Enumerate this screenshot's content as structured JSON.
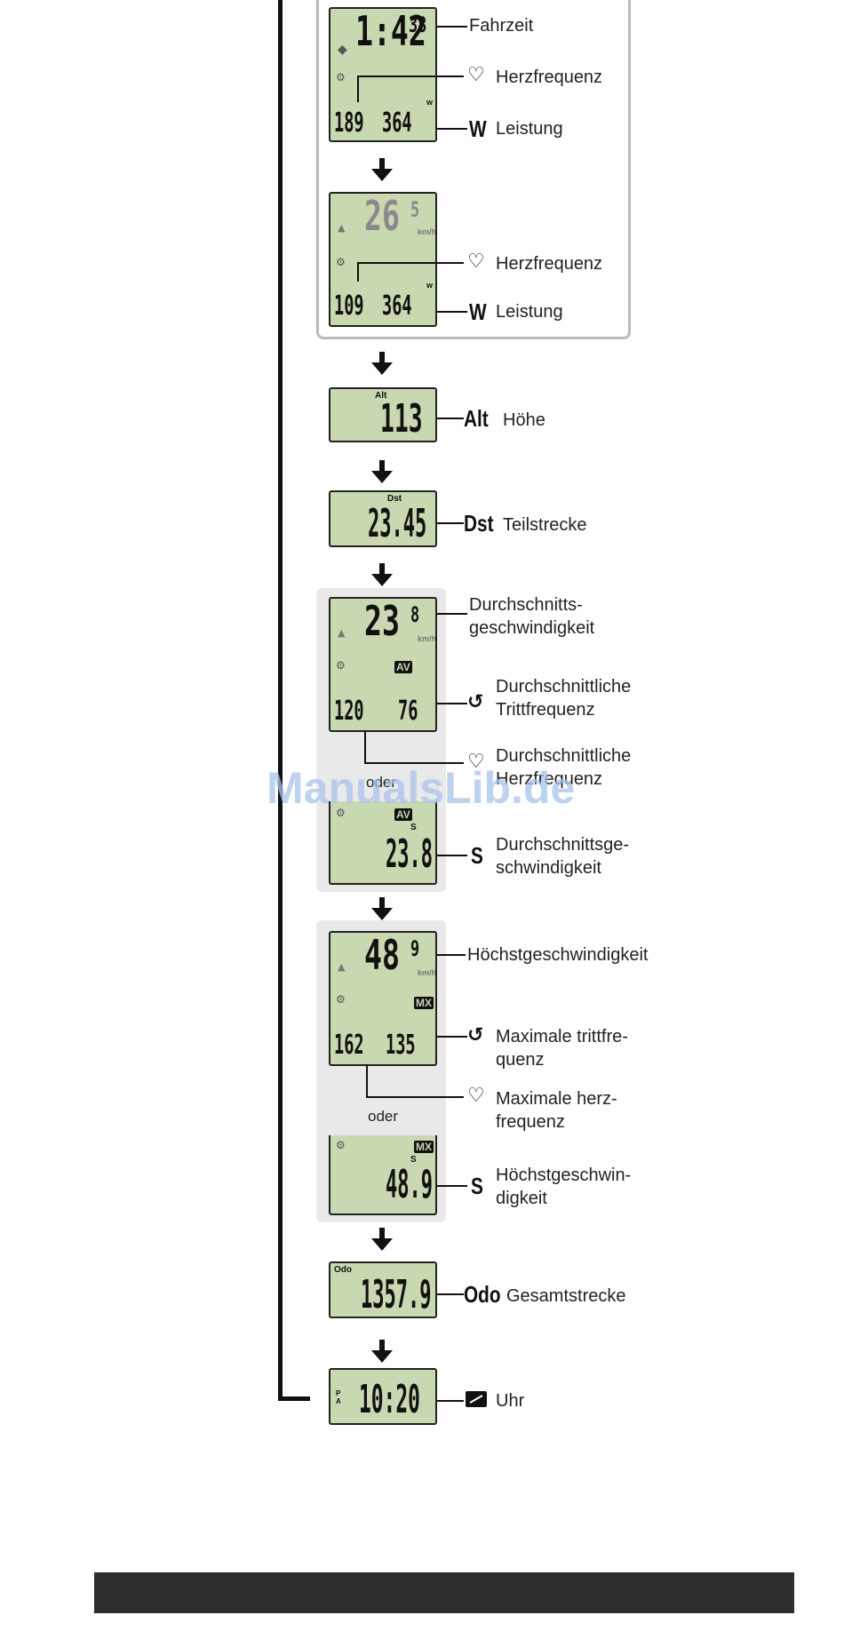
{
  "labels": {
    "ride_time": "Fahrzeit",
    "heart_rate_1": "Herzfrequenz",
    "power_1": "Leistung",
    "heart_rate_2": "Herzfrequenz",
    "power_2": "Leistung",
    "altitude": "Höhe",
    "trip_distance": "Teilstrecke",
    "avg_speed_l1": "Durchschnitts-",
    "avg_speed_l2": "geschwindigkeit",
    "avg_cadence_l1": "Durchschnittliche",
    "avg_cadence_l2": "Trittfrequenz",
    "avg_hr_l1": "Durchschnittliche",
    "avg_hr_l2": "Herzfrequenz",
    "oder_1": "oder",
    "avg_speed_s_l1": "Durchschnittsge-",
    "avg_speed_s_l2": "schwindigkeit",
    "max_speed": "Höchstgeschwindigkeit",
    "max_cadence_l1": "Maximale trittfre-",
    "max_cadence_l2": "quenz",
    "max_hr_l1": "Maximale herz-",
    "max_hr_l2": "frequenz",
    "oder_2": "oder",
    "max_speed_s_l1": "Höchstgeschwin-",
    "max_speed_s_l2": "digkeit",
    "odometer": "Gesamtstrecke",
    "clock": "Uhr"
  },
  "symbols": {
    "power_1": "W",
    "power_2": "W",
    "alt": "Alt",
    "dst": "Dst",
    "s_1": "S",
    "s_2": "S",
    "odo": "Odo"
  },
  "displays": {
    "ride_time": {
      "big": "1:42",
      "small": "38",
      "bottom_left": "189",
      "bottom_right": "364"
    },
    "speed_screen": {
      "big": "26",
      "small": "5",
      "bottom_left": "109",
      "bottom_right": "364"
    },
    "altitude": {
      "tag": "Alt",
      "value": "113"
    },
    "trip": {
      "tag": "Dst",
      "value": "23.45"
    },
    "avg": {
      "big": "23",
      "small": "8",
      "badge": "AV",
      "bottom_left": "120",
      "bottom_right": "76"
    },
    "avg_s": {
      "badge": "AV",
      "s": "S",
      "value": "23.8"
    },
    "max": {
      "big": "48",
      "small": "9",
      "badge": "MX",
      "bottom_left": "162",
      "bottom_right": "135"
    },
    "max_s": {
      "badge": "MX",
      "s": "S",
      "value": "48.9"
    },
    "odo": {
      "tag": "Odo",
      "value": "1357.9"
    },
    "clock": {
      "value": "10:20"
    }
  },
  "watermark": "ManualsLib.de",
  "colors": {
    "lcd_background": "#c8d8b0",
    "panel_background": "#e9e9e9",
    "footer_bar": "#2d2d2d",
    "watermark": "#a9c4ec"
  }
}
